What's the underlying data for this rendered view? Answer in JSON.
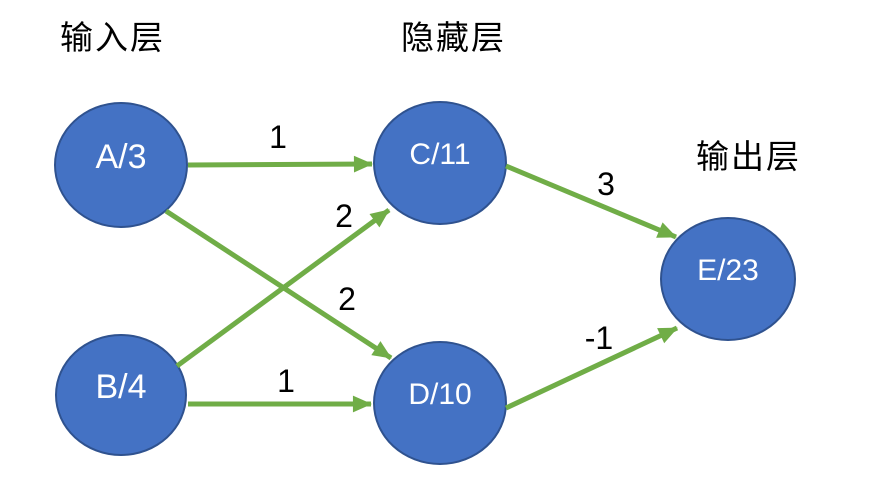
{
  "canvas": {
    "background": "#ffffff"
  },
  "colors": {
    "node_fill": "#4472C4",
    "node_border": "#2F528F",
    "node_text": "#ffffff",
    "edge": "#70AD47",
    "label_text": "#000000"
  },
  "layers": {
    "input": {
      "label": "输入层"
    },
    "hidden": {
      "label": "隐藏层"
    },
    "output": {
      "label": "输出层"
    }
  },
  "nodes": {
    "a": {
      "label": "A/3"
    },
    "b": {
      "label": "B/4"
    },
    "c": {
      "label": "C/11"
    },
    "d": {
      "label": "D/10"
    },
    "e": {
      "label": "E/23"
    }
  },
  "edges": {
    "a_c": {
      "from": "A",
      "to": "C",
      "weight": "1"
    },
    "a_d": {
      "from": "A",
      "to": "D",
      "weight": "2"
    },
    "b_c": {
      "from": "B",
      "to": "C",
      "weight": "2"
    },
    "b_d": {
      "from": "B",
      "to": "D",
      "weight": "1"
    },
    "c_e": {
      "from": "C",
      "to": "E",
      "weight": "3"
    },
    "d_e": {
      "from": "D",
      "to": "E",
      "weight": "-1"
    }
  }
}
